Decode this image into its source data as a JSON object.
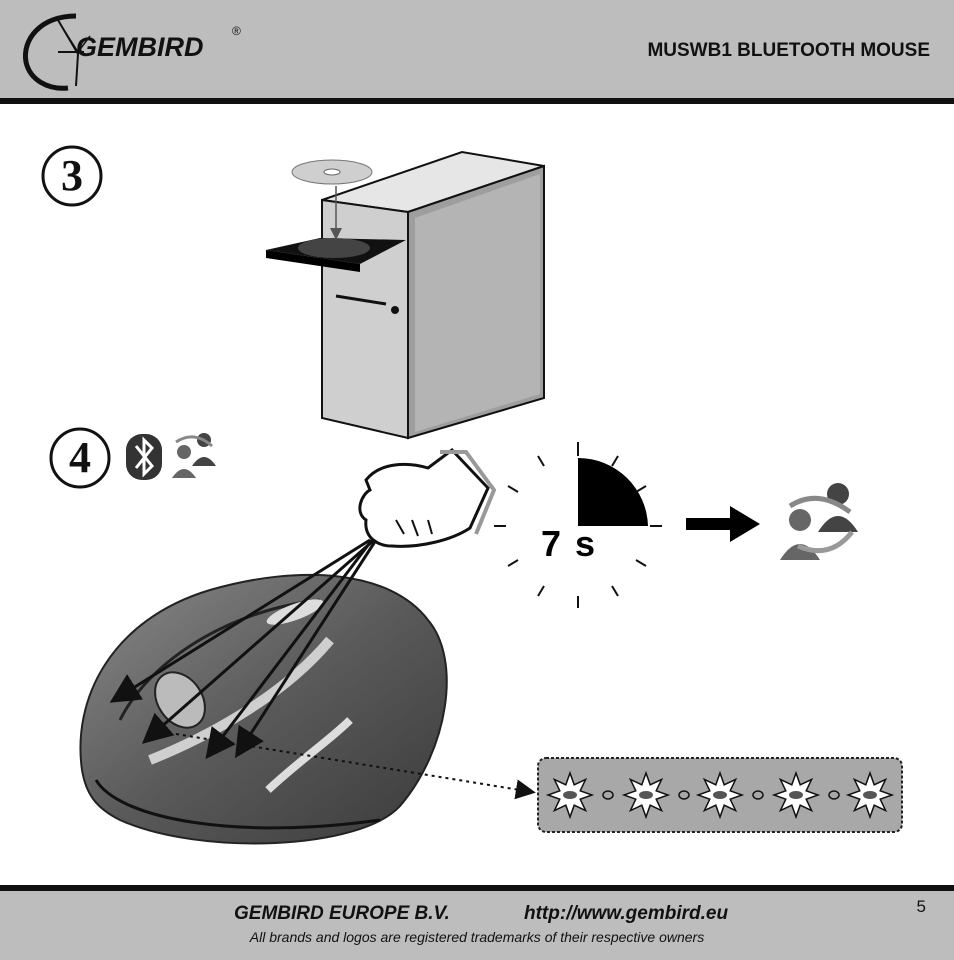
{
  "header": {
    "brand": "GEMBIRD",
    "registered_mark": "®",
    "title": "MUSWB1 BLUETOOTH MOUSE"
  },
  "steps": [
    {
      "number": "3"
    },
    {
      "number": "4"
    }
  ],
  "timer": {
    "label": "7 s"
  },
  "footer": {
    "company": "GEMBIRD EUROPE B.V.",
    "website": "http://www.gembird.eu",
    "trademark": "All brands and logos are registered trademarks of their respective owners",
    "page_number": "5"
  },
  "icons": [
    "gembird-logo-icon",
    "bluetooth-icon",
    "pairing-users-icon",
    "computer-tower-icon",
    "cd-disc-icon",
    "hand-press-icon",
    "timer-icon",
    "arrow-right-icon",
    "mouse-icon",
    "led-blink-icon"
  ],
  "colors": {
    "header_bg": "#bdbdbd",
    "border": "#111111",
    "led_panel": "#a8a8a8"
  }
}
